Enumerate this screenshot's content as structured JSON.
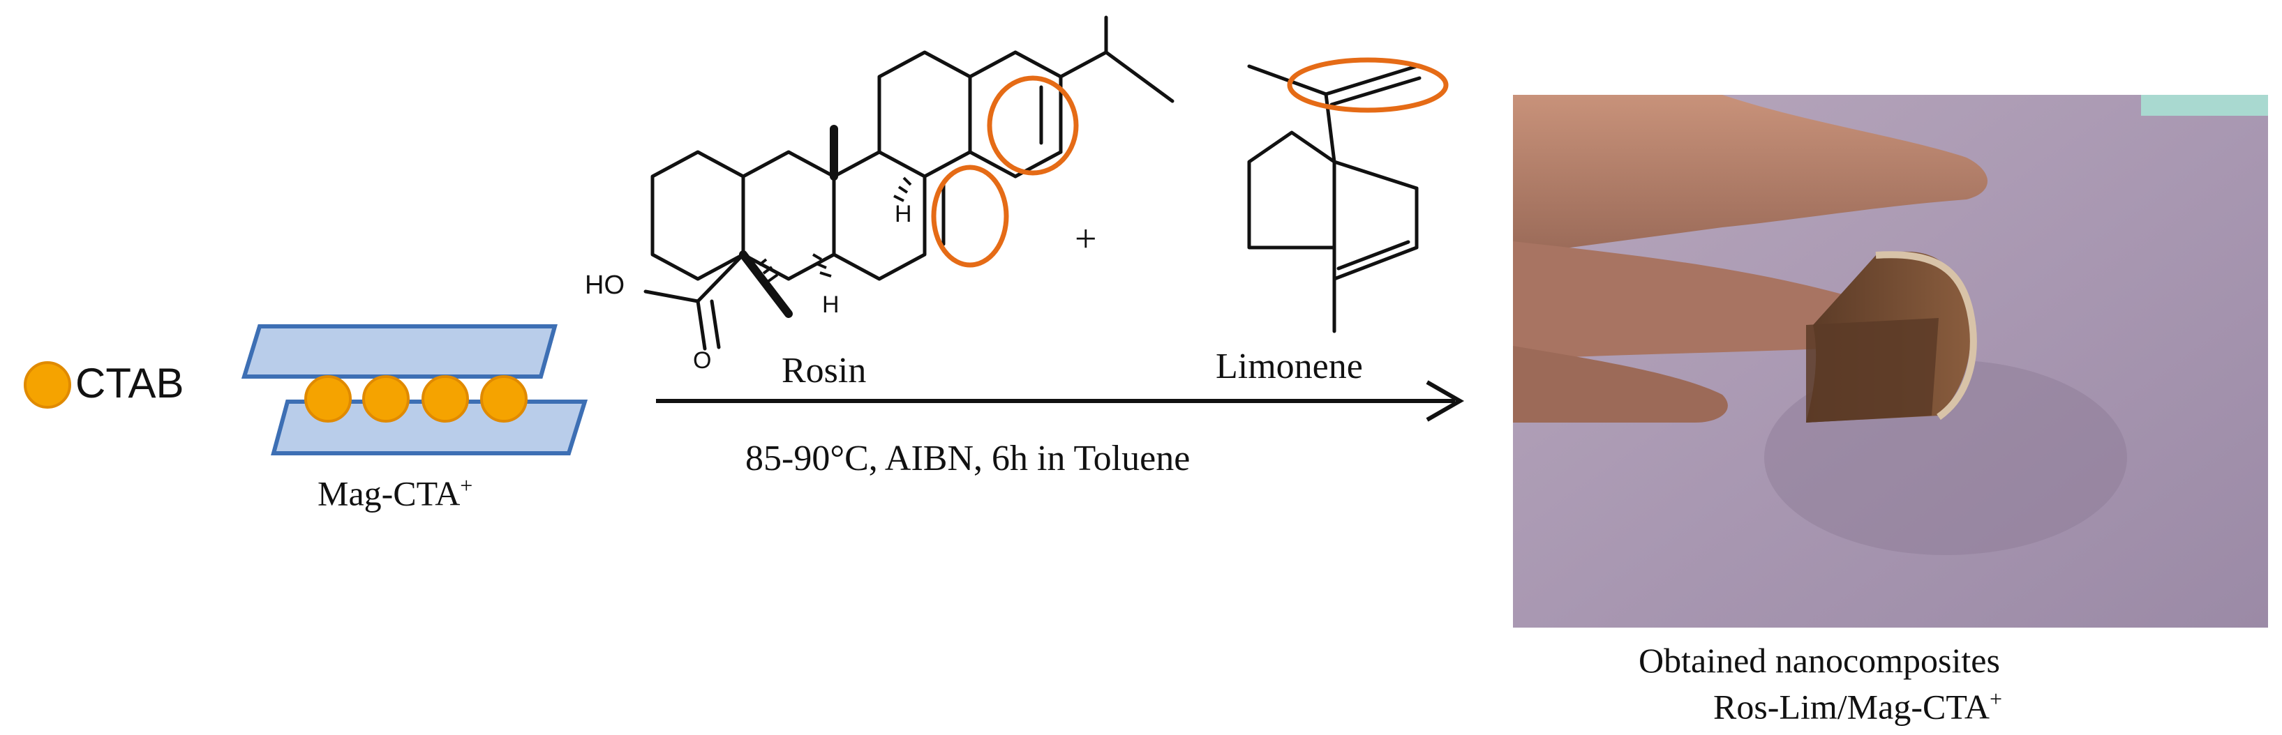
{
  "legend": {
    "ctab": "CTAB"
  },
  "clay": {
    "label": "Mag-CTA",
    "charge": "+"
  },
  "rosin": {
    "name": "Rosin",
    "ho": "HO",
    "o": "O",
    "h1": "H",
    "h2": "H"
  },
  "limonene": {
    "name": "Limonene"
  },
  "scheme": {
    "plus": "+",
    "conditions": "85-90°C, AIBN, 6h in Toluene"
  },
  "product": {
    "caption_line1": "Obtained nanocomposites",
    "caption_line2": "Ros-Lim/Mag-CTA",
    "charge": "+"
  },
  "colors": {
    "bead": "#f5a300",
    "clay_fill": "#b9cdea",
    "clay_stroke": "#3d6fb4",
    "highlight": "#e56b16"
  }
}
